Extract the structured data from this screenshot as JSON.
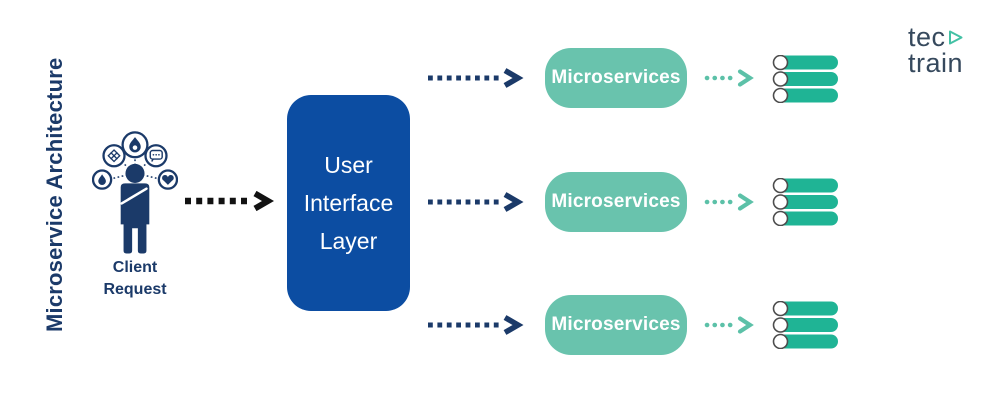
{
  "title": "Microservice Architecture",
  "client": {
    "line1": "Client",
    "line2": "Request",
    "icon": "thinking-person-icon"
  },
  "ui_layer": {
    "lines": [
      "User",
      "Interface",
      "Layer"
    ]
  },
  "rows": [
    {
      "label": "Microservices",
      "output_icon": "list-bars-icon"
    },
    {
      "label": "Microservices",
      "output_icon": "list-bars-icon"
    },
    {
      "label": "Microservices",
      "output_icon": "list-bars-icon"
    }
  ],
  "logo": {
    "line1": "tec",
    "line2": "train",
    "icon": "play-triangle-icon"
  },
  "colors": {
    "navy": "#1b3a69",
    "black": "#121212",
    "blue-box": "#0c4da2",
    "ms-fill": "#69c3ad",
    "bars-fill": "#1fb495",
    "teal-arrow": "#5cc1a8",
    "bar-circle-stroke": "#4d4d4d",
    "logo-text": "#36495d",
    "logo-triangle": "#44c1a5"
  }
}
